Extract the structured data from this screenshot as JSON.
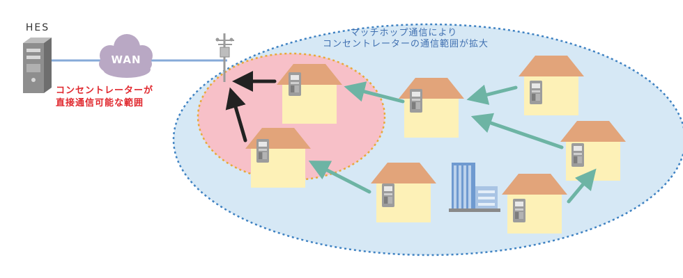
{
  "labels": {
    "server": "HES",
    "network": "WAN",
    "concentrator_range": "コンセントレーターが\n直接通信可能な範囲",
    "multihop": "マッチホップ通信により\nコンセントレーターの通信範囲が拡大"
  },
  "colors": {
    "outer_area_fill": "#d6e8f5",
    "outer_area_border": "#3f82c2",
    "direct_area_fill": "#f7c0c8",
    "direct_area_border": "#e8a93a",
    "arrow_hop": "#6db4a4",
    "arrow_direct": "#222222",
    "house_wall": "#fdf1b7",
    "house_roof": "#e2a47a",
    "meter": "#9c9c9c",
    "wan_cloud": "#b9a8c4",
    "line": "#86aad8",
    "range_text": "#e0262c",
    "multihop_text": "#3f6fb0"
  },
  "icons": {
    "server": "server-icon",
    "pole": "utility-pole-icon",
    "house": "house-icon",
    "meter": "smart-meter-icon",
    "building": "building-icon"
  }
}
